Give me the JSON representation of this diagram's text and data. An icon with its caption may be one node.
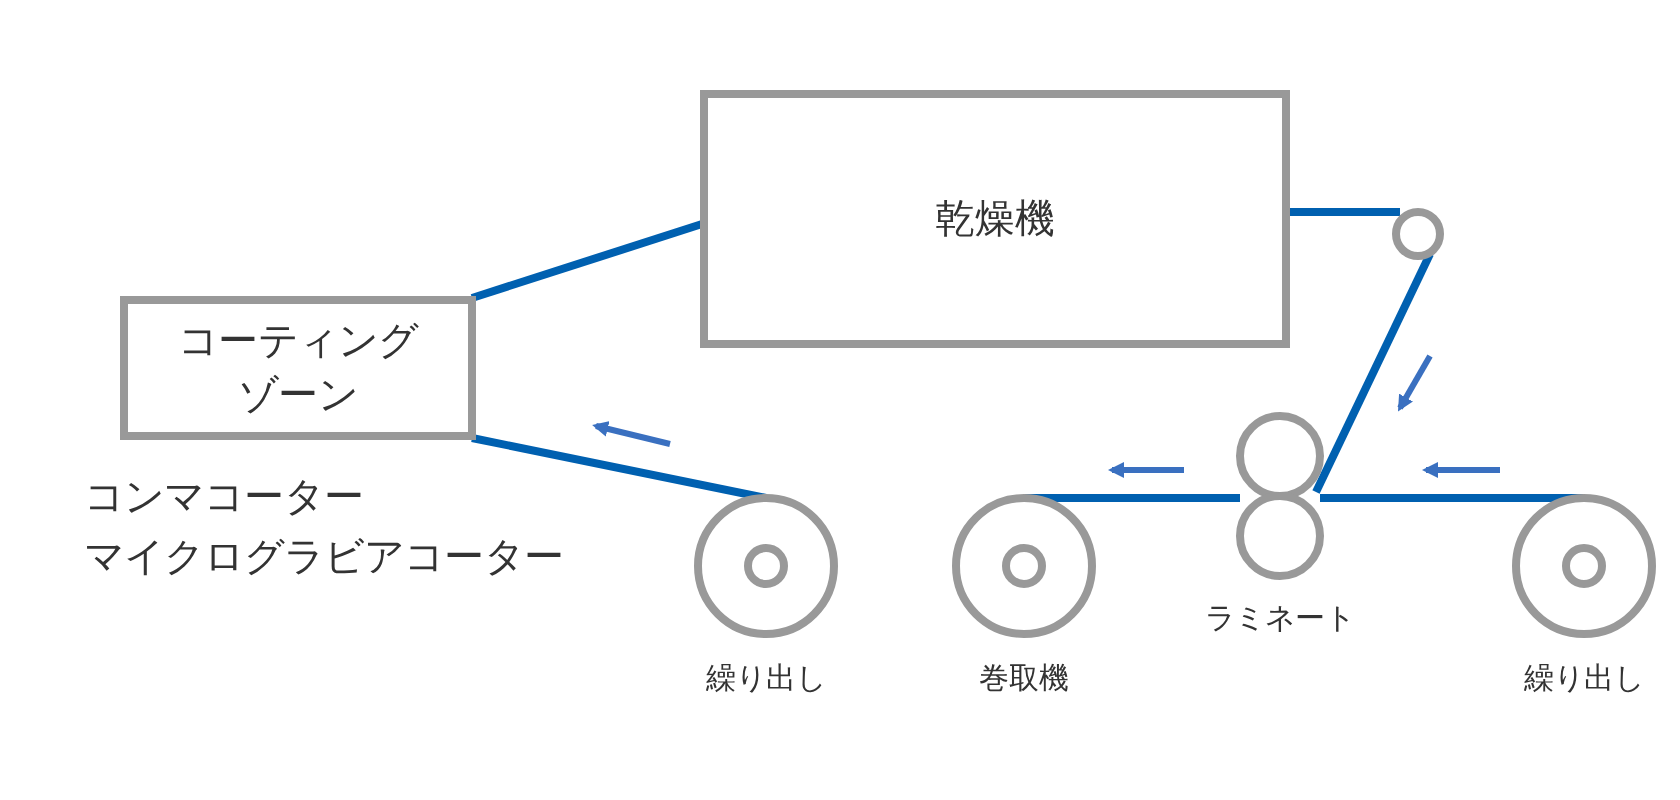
{
  "diagram": {
    "nodes": [
      {
        "text": [
          "コーティングゾーン"
        ]
      },
      {
        "text": [
          "乾燥機"
        ]
      },
      {
        "text": [
          "繰り出し"
        ]
      },
      {
        "text": [],
        "shape": "circle"
      },
      {
        "text": [
          "ラミネート"
        ]
      },
      {
        "text": [
          "巻取機"
        ]
      },
      {
        "text": [
          "繰り出し"
        ]
      }
    ],
    "edges": [
      {
        "from": 2,
        "to": 0,
        "arrow": "none"
      },
      {
        "from": 0,
        "to": 1,
        "arrow": "none"
      },
      {
        "from": 1,
        "to": 3,
        "arrow": "none"
      },
      {
        "from": 3,
        "to": 4,
        "arrow": "none"
      },
      {
        "from": 6,
        "to": 4,
        "arrow": "none"
      },
      {
        "from": 4,
        "to": 5,
        "arrow": "none"
      }
    ],
    "labels": [
      "コンマコーター",
      "マイクログラビアコーター"
    ]
  }
}
